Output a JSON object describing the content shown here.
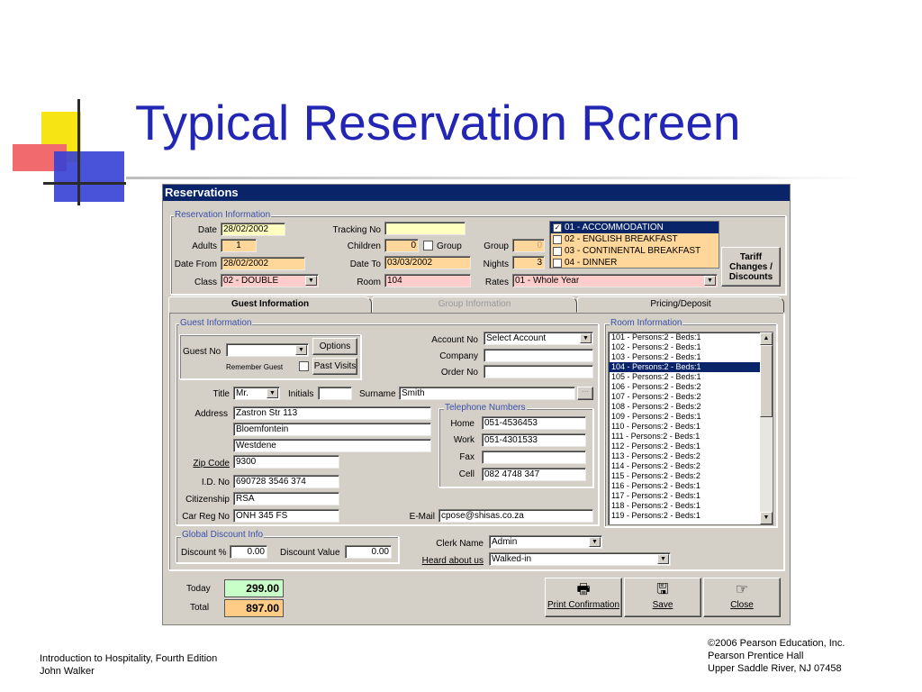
{
  "slide": {
    "title": "Typical Reservation Rcreen",
    "footer_left": [
      "Introduction to Hospitality, Fourth Edition",
      "John Walker"
    ],
    "footer_right": [
      "©2006 Pearson Education, Inc.",
      "Pearson Prentice Hall",
      "Upper Saddle River, NJ 07458"
    ]
  },
  "window": {
    "title": "Reservations",
    "reservation_info": {
      "group_label": "Reservation Information",
      "date_label": "Date",
      "date": "28/02/2002",
      "adults_label": "Adults",
      "adults": "1",
      "date_from_label": "Date From",
      "date_from": "28/02/2002",
      "class_label": "Class",
      "class": "02 - DOUBLE",
      "tracking_label": "Tracking No",
      "tracking": "",
      "children_label": "Children",
      "children": "0",
      "group_check_label": "Group",
      "date_to_label": "Date To",
      "date_to": "03/03/2002",
      "room_label": "Room",
      "room": "104",
      "group_label2": "Group",
      "group_value": "0",
      "nights_label": "Nights",
      "nights": "3",
      "rates_label": "Rates",
      "rates": "01 - Whole Year",
      "services": [
        {
          "label": "01 - ACCOMMODATION",
          "checked": true,
          "selected": true
        },
        {
          "label": "02 - ENGLISH BREAKFAST",
          "checked": false,
          "selected": false
        },
        {
          "label": "03 - CONTINENTAL BREAKFAST",
          "checked": false,
          "selected": false
        },
        {
          "label": "04 - DINNER",
          "checked": false,
          "selected": false
        }
      ],
      "tariff_button": "Tariff Changes / Discounts"
    },
    "tabs": [
      "Guest Information",
      "Group Information",
      "Pricing/Deposit"
    ],
    "guest_info": {
      "group_label": "Guest Information",
      "guest_no_label": "Guest No",
      "guest_no": "",
      "options_button": "Options",
      "past_visits_button": "Past Visits",
      "remember_label": "Remember Guest",
      "account_no_label": "Account No",
      "account_no": "Select Account",
      "company_label": "Company",
      "company": "",
      "order_no_label": "Order No",
      "order_no": "",
      "title_label": "Title",
      "title": "Mr.",
      "initials_label": "Initials",
      "initials": "",
      "surname_label": "Surname",
      "surname": "Smith",
      "address_label": "Address",
      "address": [
        "Zastron Str 113",
        "Bloemfontein",
        "Westdene"
      ],
      "zip_label": "Zip Code",
      "zip": "9300",
      "id_label": "I.D. No",
      "id_no": "690728 3546 374",
      "citizen_label": "Citizenship",
      "citizenship": "RSA",
      "car_label": "Car Reg No",
      "car_reg": "ONH 345 FS",
      "tel_group_label": "Telephone Numbers",
      "home_label": "Home",
      "home": "051-4536453",
      "work_label": "Work",
      "work": "051-4301533",
      "fax_label": "Fax",
      "fax": "",
      "cell_label": "Cell",
      "cell": "082 4748 347",
      "email_label": "E-Mail",
      "email": "cpose@shisas.co.za"
    },
    "room_info": {
      "group_label": "Room Information",
      "rooms": [
        "101 - Persons:2 - Beds:1",
        "102 - Persons:2 - Beds:1",
        "103 - Persons:2 - Beds:1",
        "104 - Persons:2 - Beds:1",
        "105 - Persons:2 - Beds:1",
        "106 - Persons:2 - Beds:2",
        "107 - Persons:2 - Beds:2",
        "108 - Persons:2 - Beds:2",
        "109 - Persons:2 - Beds:1",
        "110 - Persons:2 - Beds:1",
        "111 - Persons:2 - Beds:1",
        "112 - Persons:2 - Beds:1",
        "113 - Persons:2 - Beds:2",
        "114 - Persons:2 - Beds:2",
        "115 - Persons:2 - Beds:2",
        "116 - Persons:2 - Beds:1",
        "117 - Persons:2 - Beds:1",
        "118 - Persons:2 - Beds:1",
        "119 - Persons:2 - Beds:1"
      ],
      "selected_index": 3
    },
    "discount": {
      "group_label": "Global Discount Info",
      "percent_label": "Discount %",
      "percent": "0.00",
      "value_label": "Discount Value",
      "value": "0.00"
    },
    "clerk_label": "Clerk Name",
    "clerk": "Admin",
    "heard_label": "Heard about us",
    "heard": "Walked-in",
    "today_label": "Today",
    "today": "299.00",
    "total_label": "Total",
    "total": "897.00",
    "buttons": {
      "print": "Print Confirmation",
      "save": "Save",
      "close": "Close"
    },
    "colors": {
      "titlebar": "#0a246a",
      "today": "#c8ffc8",
      "total": "#ffcc88"
    }
  }
}
